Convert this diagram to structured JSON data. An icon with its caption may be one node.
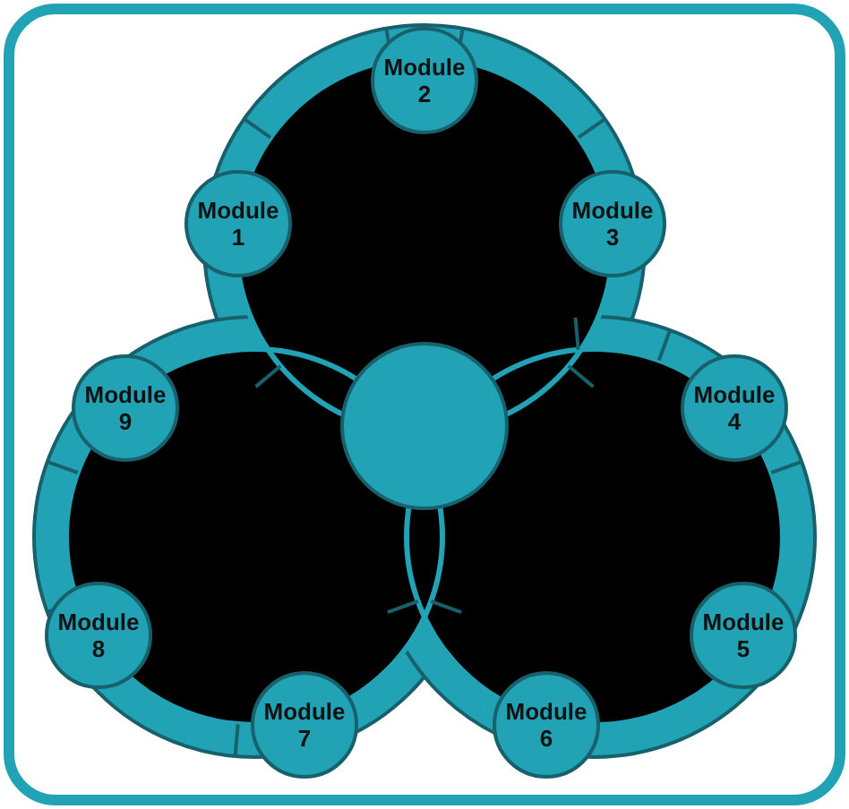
{
  "diagram": {
    "nodes": [
      {
        "text": [
          "Module 2"
        ]
      },
      {
        "text": [
          "Module 1"
        ]
      },
      {
        "text": [
          "Module 3"
        ]
      },
      {
        "text": [
          "Module 9"
        ]
      },
      {
        "text": [],
        "shape": "circle"
      },
      {
        "text": [
          "Module 4"
        ]
      },
      {
        "text": [
          "Module 8"
        ]
      },
      {
        "text": [
          "Module 5"
        ]
      },
      {
        "text": [
          "Module 7"
        ]
      },
      {
        "text": [
          "Module 6"
        ]
      }
    ]
  }
}
